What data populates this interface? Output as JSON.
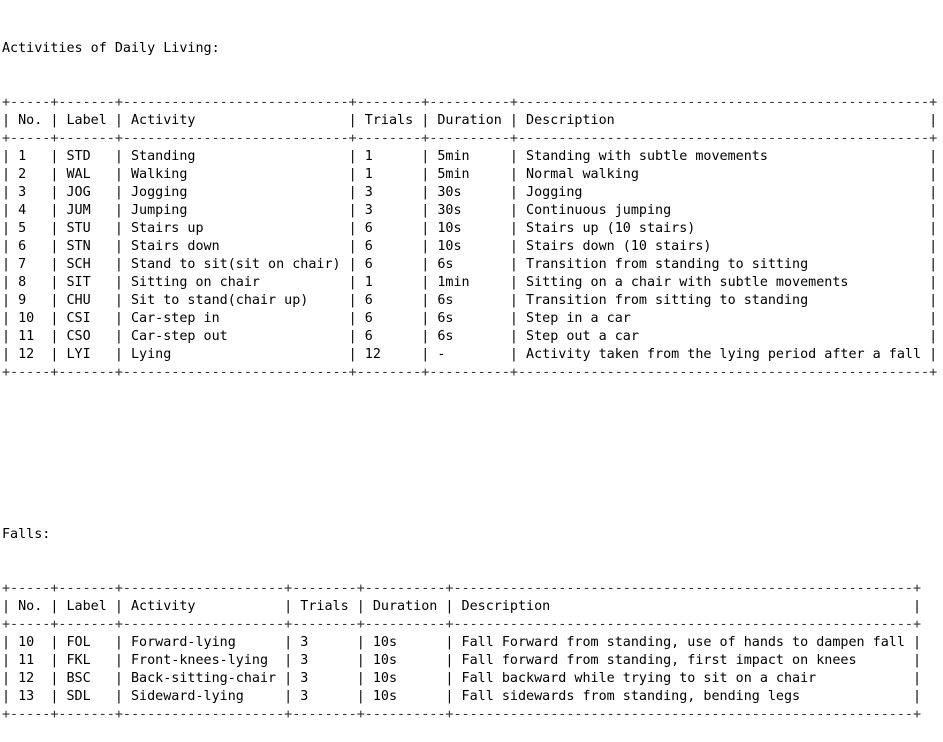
{
  "adl": {
    "title": "Activities of Daily Living:",
    "columns": [
      "No.",
      "Label",
      "Activity",
      "Trials",
      "Duration",
      "Description"
    ],
    "rows": [
      [
        "1",
        "STD",
        "Standing",
        "1",
        "5min",
        "Standing with subtle movements"
      ],
      [
        "2",
        "WAL",
        "Walking",
        "1",
        "5min",
        "Normal walking"
      ],
      [
        "3",
        "JOG",
        "Jogging",
        "3",
        "30s",
        "Jogging"
      ],
      [
        "4",
        "JUM",
        "Jumping",
        "3",
        "30s",
        "Continuous jumping"
      ],
      [
        "5",
        "STU",
        "Stairs up",
        "6",
        "10s",
        "Stairs up (10 stairs)"
      ],
      [
        "6",
        "STN",
        "Stairs down",
        "6",
        "10s",
        "Stairs down (10 stairs)"
      ],
      [
        "7",
        "SCH",
        "Stand to sit(sit on chair)",
        "6",
        "6s",
        "Transition from standing to sitting"
      ],
      [
        "8",
        "SIT",
        "Sitting on chair",
        "1",
        "1min",
        "Sitting on a chair with subtle movements"
      ],
      [
        "9",
        "CHU",
        "Sit to stand(chair up)",
        "6",
        "6s",
        "Transition from sitting to standing"
      ],
      [
        "10",
        "CSI",
        "Car-step in",
        "6",
        "6s",
        "Step in a car"
      ],
      [
        "11",
        "CSO",
        "Car-step out",
        "6",
        "6s",
        "Step out a car"
      ],
      [
        "12",
        "LYI",
        "Lying",
        "12",
        "-",
        "Activity taken from the lying period after a fall"
      ]
    ]
  },
  "falls": {
    "title": "Falls:",
    "columns": [
      "No.",
      "Label",
      "Activity",
      "Trials",
      "Duration",
      "Description"
    ],
    "rows": [
      [
        "10",
        "FOL",
        "Forward-lying",
        "3",
        "10s",
        "Fall Forward from standing, use of hands to dampen fall"
      ],
      [
        "11",
        "FKL",
        "Front-knees-lying",
        "3",
        "10s",
        "Fall forward from standing, first impact on knees"
      ],
      [
        "12",
        "BSC",
        "Back-sitting-chair",
        "3",
        "10s",
        "Fall backward while trying to sit on a chair"
      ],
      [
        "13",
        "SDL",
        "Sideward-lying",
        "3",
        "10s",
        "Fall sidewards from standing, bending legs"
      ]
    ]
  }
}
